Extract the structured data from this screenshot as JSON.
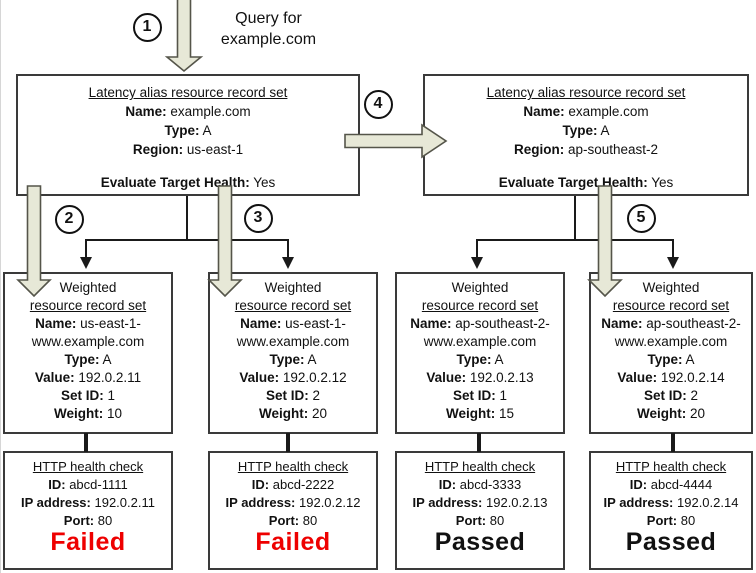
{
  "query_label": {
    "line1": "Query for",
    "line2": "example.com"
  },
  "steps": [
    "1",
    "2",
    "3",
    "4",
    "5"
  ],
  "latency_sets": [
    {
      "title": "Latency alias resource record set",
      "rows": [
        {
          "label": "Name:",
          "value": " example.com"
        },
        {
          "label": "Type:",
          "value": " A"
        },
        {
          "label": "Region:",
          "value": " us-east-1"
        }
      ],
      "eth_label": "Evaluate Target Health:",
      "eth_value": " Yes"
    },
    {
      "title": "Latency alias resource record set",
      "rows": [
        {
          "label": "Name:",
          "value": " example.com"
        },
        {
          "label": "Type:",
          "value": " A"
        },
        {
          "label": "Region:",
          "value": " ap-southeast-2"
        }
      ],
      "eth_label": "Evaluate Target Health:",
      "eth_value": " Yes"
    }
  ],
  "weighted_sets": [
    {
      "title_line1": "Weighted",
      "title_line2": "resource record set",
      "rows": [
        {
          "label": "Name:",
          "value": " us-east-1-"
        },
        {
          "label": "",
          "value": "www.example.com"
        },
        {
          "label": "Type:",
          "value": " A"
        },
        {
          "label": "Value:",
          "value": " 192.0.2.11"
        },
        {
          "label": "Set ID:",
          "value": " 1"
        },
        {
          "label": "Weight:",
          "value": " 10"
        }
      ]
    },
    {
      "title_line1": "Weighted",
      "title_line2": "resource record set",
      "rows": [
        {
          "label": "Name:",
          "value": " us-east-1-"
        },
        {
          "label": "",
          "value": "www.example.com"
        },
        {
          "label": "Type:",
          "value": " A"
        },
        {
          "label": "Value:",
          "value": " 192.0.2.12"
        },
        {
          "label": "Set ID:",
          "value": " 2"
        },
        {
          "label": "Weight:",
          "value": " 20"
        }
      ]
    },
    {
      "title_line1": "Weighted",
      "title_line2": "resource record set",
      "rows": [
        {
          "label": "Name:",
          "value": " ap-southeast-2-"
        },
        {
          "label": "",
          "value": "www.example.com"
        },
        {
          "label": "Type:",
          "value": " A"
        },
        {
          "label": "Value:",
          "value": " 192.0.2.13"
        },
        {
          "label": "Set ID:",
          "value": " 1"
        },
        {
          "label": "Weight:",
          "value": " 15"
        }
      ]
    },
    {
      "title_line1": "Weighted",
      "title_line2": "resource record set",
      "rows": [
        {
          "label": "Name:",
          "value": " ap-southeast-2-"
        },
        {
          "label": "",
          "value": "www.example.com"
        },
        {
          "label": "Type:",
          "value": " A"
        },
        {
          "label": "Value:",
          "value": " 192.0.2.14"
        },
        {
          "label": "Set ID:",
          "value": " 2"
        },
        {
          "label": "Weight:",
          "value": " 20"
        }
      ]
    }
  ],
  "health_checks": [
    {
      "title": "HTTP health check",
      "rows": [
        {
          "label": "ID:",
          "value": " abcd-1111"
        },
        {
          "label": "IP address:",
          "value": " 192.0.2.11"
        },
        {
          "label": "Port:",
          "value": " 80"
        }
      ],
      "status": "Failed",
      "status_color": "#ee0000"
    },
    {
      "title": "HTTP health check",
      "rows": [
        {
          "label": "ID:",
          "value": " abcd-2222"
        },
        {
          "label": "IP address:",
          "value": " 192.0.2.12"
        },
        {
          "label": "Port:",
          "value": " 80"
        }
      ],
      "status": "Failed",
      "status_color": "#ee0000"
    },
    {
      "title": "HTTP health check",
      "rows": [
        {
          "label": "ID:",
          "value": " abcd-3333"
        },
        {
          "label": "IP address:",
          "value": " 192.0.2.13"
        },
        {
          "label": "Port:",
          "value": " 80"
        }
      ],
      "status": "Passed",
      "status_color": "#111111"
    },
    {
      "title": "HTTP health check",
      "rows": [
        {
          "label": "ID:",
          "value": " abcd-4444"
        },
        {
          "label": "IP address:",
          "value": " 192.0.2.14"
        },
        {
          "label": "Port:",
          "value": " 80"
        }
      ],
      "status": "Passed",
      "status_color": "#111111"
    }
  ],
  "colors": {
    "block_arrow_fill": "#e7e8d7",
    "block_arrow_stroke": "#55554a",
    "connector": "#1a1a1a",
    "failed": "#ee0000",
    "passed": "#111111"
  }
}
